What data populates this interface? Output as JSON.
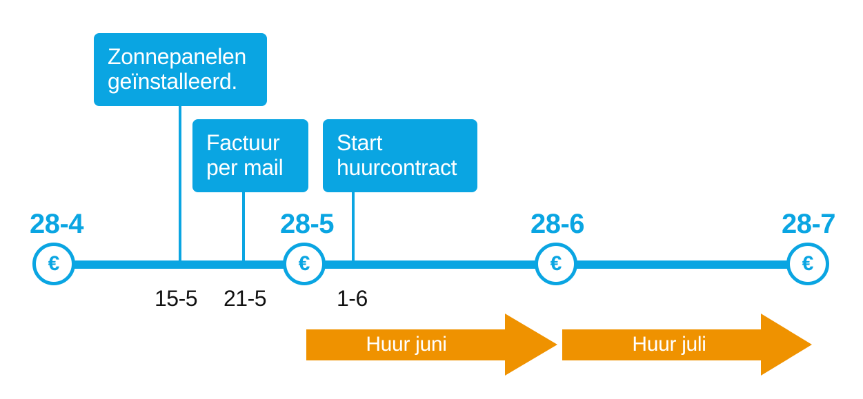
{
  "colors": {
    "primary_blue": "#0aa5e2",
    "arrow_orange": "#ef9200",
    "text_dark": "#111111",
    "white": "#ffffff"
  },
  "timeline": {
    "billing_dates": [
      "28-4",
      "28-5",
      "28-6",
      "28-7"
    ],
    "coin_symbol": "€",
    "coin_icon": "euro-coin-icon"
  },
  "events": [
    {
      "label": "Zonnepanelen\ngeïnstalleerd.",
      "date": "15-5"
    },
    {
      "label": "Factuur\nper mail",
      "date": "21-5"
    },
    {
      "label": "Start\nhuurcontract",
      "date": "1-6"
    }
  ],
  "periods": [
    {
      "label": "Huur juni"
    },
    {
      "label": "Huur juli"
    }
  ]
}
